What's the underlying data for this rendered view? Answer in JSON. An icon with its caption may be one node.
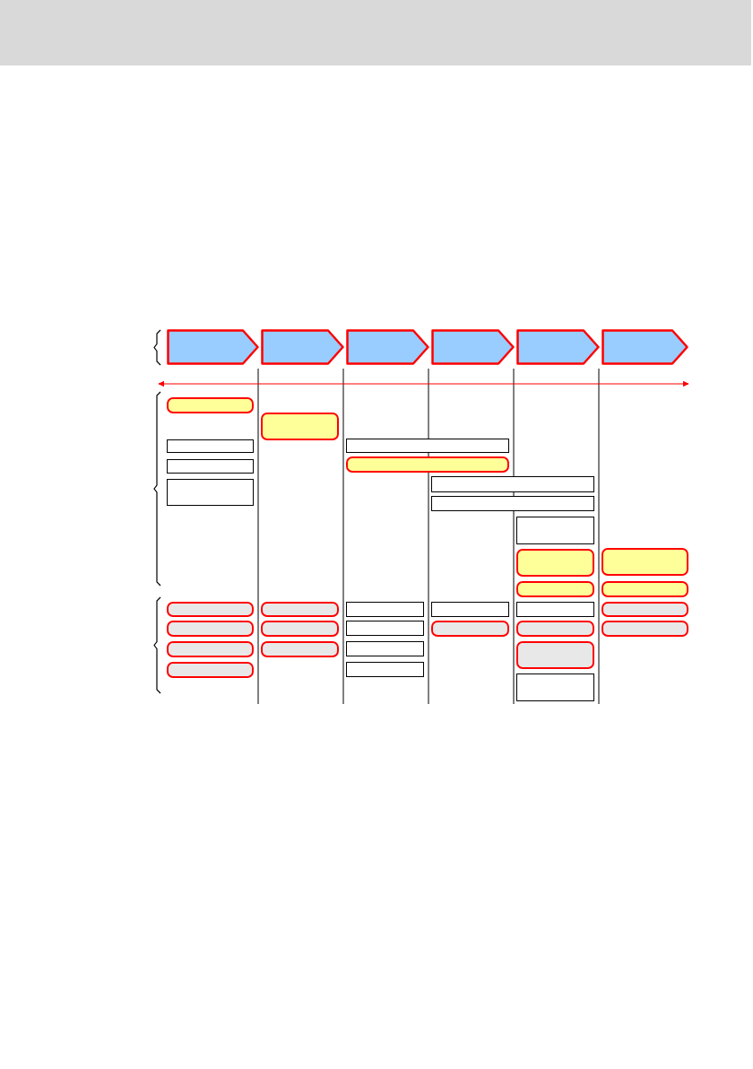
{
  "diagram": {
    "nodes": [
      {
        "text": [],
        "shape": "chevron"
      },
      {
        "text": [],
        "shape": "chevron"
      },
      {
        "text": [],
        "shape": "chevron"
      },
      {
        "text": [],
        "shape": "chevron"
      },
      {
        "text": [],
        "shape": "chevron"
      },
      {
        "text": [],
        "shape": "chevron"
      },
      {
        "text": [],
        "shape": "box"
      },
      {
        "text": [],
        "shape": "box"
      },
      {
        "text": [],
        "shape": "box"
      },
      {
        "text": [],
        "shape": "box"
      },
      {
        "text": [],
        "shape": "box"
      },
      {
        "text": [],
        "shape": "box"
      },
      {
        "text": [],
        "shape": "box"
      },
      {
        "text": [],
        "shape": "box"
      },
      {
        "text": [],
        "shape": "box"
      },
      {
        "text": [],
        "shape": "box"
      },
      {
        "text": [],
        "shape": "box"
      },
      {
        "text": [],
        "shape": "box"
      },
      {
        "text": [],
        "shape": "box"
      },
      {
        "text": [],
        "shape": "box"
      },
      {
        "text": [],
        "shape": "box"
      },
      {
        "text": [],
        "shape": "box"
      },
      {
        "text": [],
        "shape": "box"
      },
      {
        "text": [],
        "shape": "box"
      },
      {
        "text": [],
        "shape": "box"
      },
      {
        "text": [],
        "shape": "box"
      },
      {
        "text": [],
        "shape": "box"
      },
      {
        "text": [],
        "shape": "box"
      },
      {
        "text": [],
        "shape": "box"
      },
      {
        "text": [],
        "shape": "box"
      },
      {
        "text": [],
        "shape": "box"
      },
      {
        "text": [],
        "shape": "box"
      },
      {
        "text": [],
        "shape": "box"
      },
      {
        "text": [],
        "shape": "box"
      },
      {
        "text": [],
        "shape": "box"
      },
      {
        "text": [],
        "shape": "box"
      },
      {
        "text": [],
        "shape": "box"
      },
      {
        "text": [],
        "shape": "box"
      },
      {
        "text": [],
        "shape": "box"
      }
    ]
  }
}
